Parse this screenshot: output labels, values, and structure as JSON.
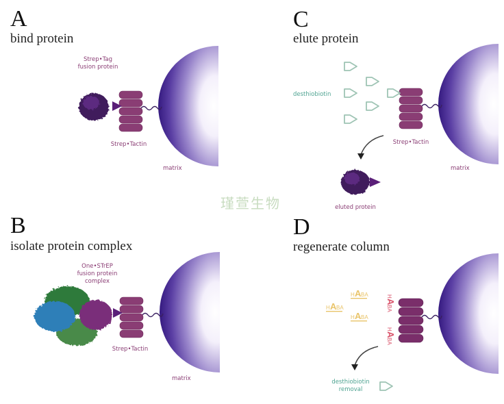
{
  "colors": {
    "matrix_dark": "#3a1f86",
    "matrix_light": "#ffffff",
    "tactin": "#8a3d74",
    "tactin_dark": "#6e2a5c",
    "tag_protein": "#4a1f6a",
    "desthiobiotin": "#9ec4b4",
    "haba": "#e9c46a",
    "haba_bound": "#d9536a",
    "complex_green": "#2f7a3a",
    "complex_blue": "#2f7fb8",
    "complex_purple": "#7a2e7a"
  },
  "watermark": "瑾萱生物",
  "panels": {
    "A": {
      "letter": "A",
      "title": "bind protein",
      "labels": {
        "fusion": [
          "Strep•Tag",
          "fusion protein"
        ],
        "tactin": "Strep•Tactin",
        "matrix": "matrix"
      }
    },
    "B": {
      "letter": "B",
      "title": "isolate protein complex",
      "labels": {
        "fusion": [
          "One•STrEP",
          "fusion protein",
          "complex"
        ],
        "tactin": "Strep•Tactin",
        "matrix": "matrix"
      }
    },
    "C": {
      "letter": "C",
      "title": "elute protein",
      "labels": {
        "competitor": "desthiobiotin",
        "tactin": "Strep•Tactin",
        "matrix": "matrix",
        "eluted": "eluted protein"
      }
    },
    "D": {
      "letter": "D",
      "title": "regenerate column",
      "labels": {
        "haba": "HABA",
        "removal": [
          "desthiobiotin",
          "removal"
        ]
      }
    }
  }
}
